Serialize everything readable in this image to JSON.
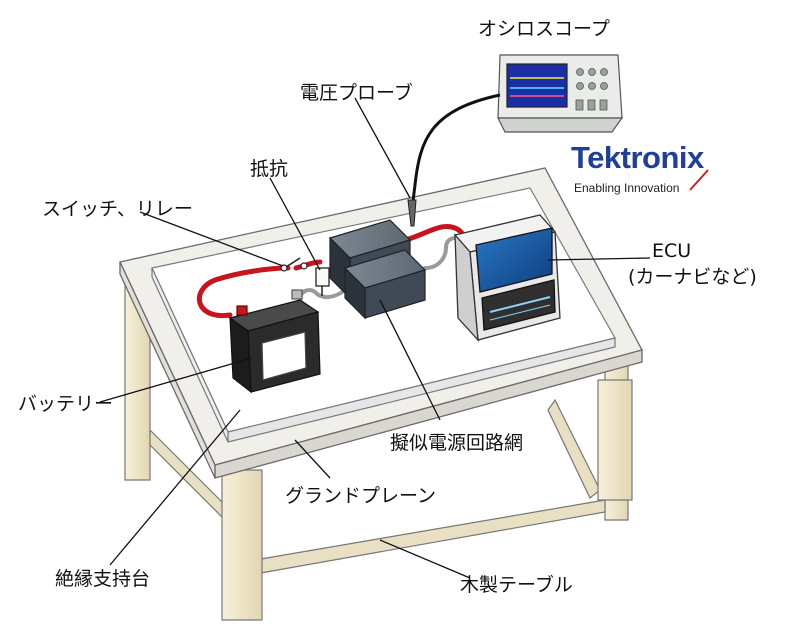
{
  "labels": {
    "oscilloscope": "オシロスコープ",
    "voltage_probe": "電圧プローブ",
    "resistor": "抵抗",
    "switch_relay": "スイッチ、リレー",
    "ecu_line1": "ECU",
    "ecu_line2": "(カーナビなど)",
    "battery": "バッテリー",
    "lisn": "擬似電源回路網",
    "ground_plane": "グランドプレーン",
    "insulating_support": "絶縁支持台",
    "wooden_table": "木製テーブル"
  },
  "brand": {
    "name": "Tektronix",
    "tagline": "Enabling Innovation",
    "color": "#1f3f9a",
    "accent": "#d22020"
  },
  "colors": {
    "red_cable": "#c8141e",
    "wood": "#efe6cc",
    "box_blue": "#3f4a56",
    "battery": "#2b2b2b"
  }
}
